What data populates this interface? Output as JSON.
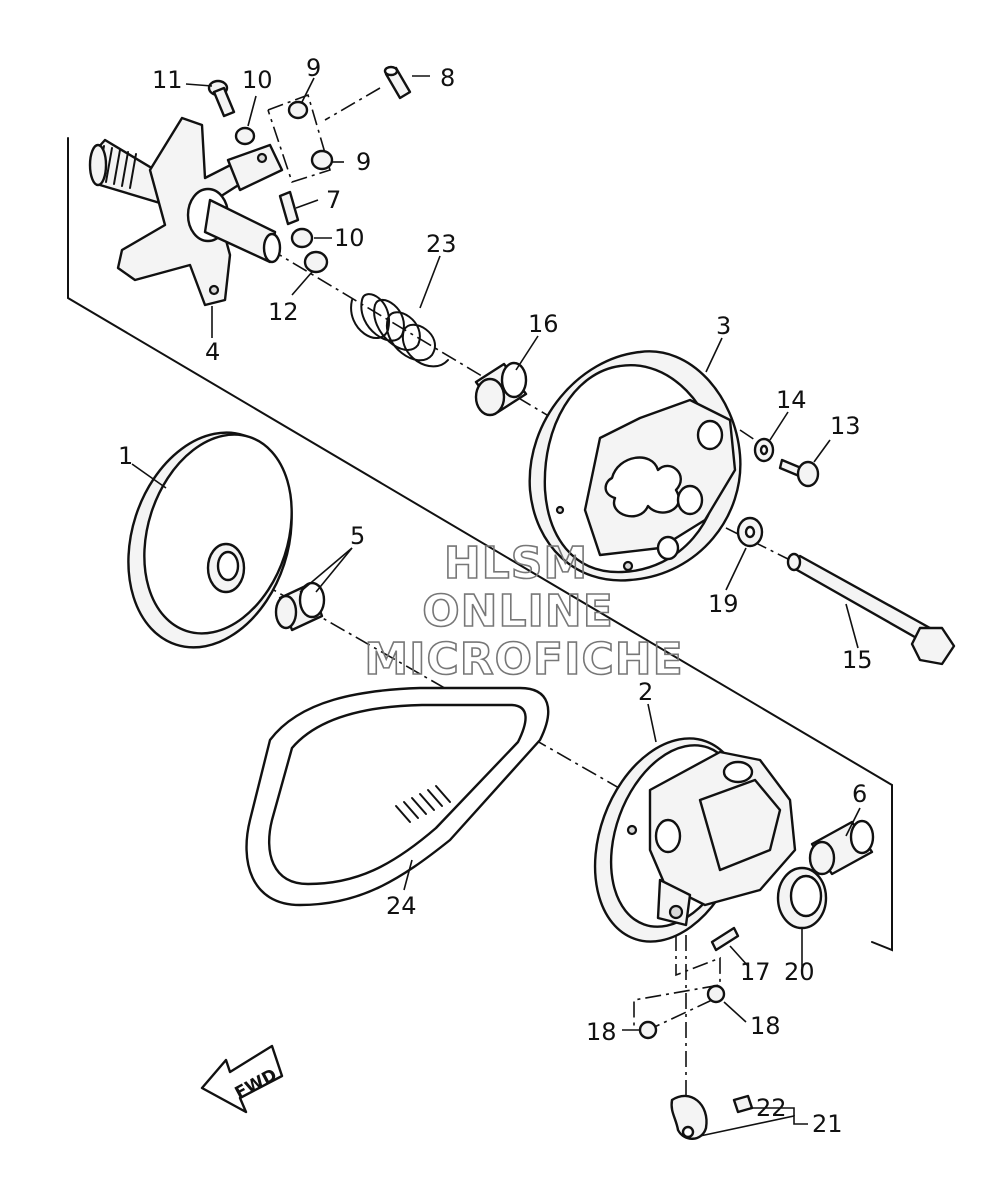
{
  "watermark": {
    "line1": "HLSM",
    "line2": "ONLINE",
    "line3": "MICROFICHE"
  },
  "direction_marker": {
    "label": "FWD",
    "icon": "fwd-arrow-icon"
  },
  "callouts": [
    {
      "label": "11"
    },
    {
      "label": "10"
    },
    {
      "label": "9"
    },
    {
      "label": "8"
    },
    {
      "label": "9"
    },
    {
      "label": "7"
    },
    {
      "label": "10"
    },
    {
      "label": "12"
    },
    {
      "label": "4"
    },
    {
      "label": "23"
    },
    {
      "label": "16"
    },
    {
      "label": "3"
    },
    {
      "label": "14"
    },
    {
      "label": "13"
    },
    {
      "label": "1"
    },
    {
      "label": "5"
    },
    {
      "label": "19"
    },
    {
      "label": "15"
    },
    {
      "label": "2"
    },
    {
      "label": "6"
    },
    {
      "label": "24"
    },
    {
      "label": "17"
    },
    {
      "label": "20"
    },
    {
      "label": "18"
    },
    {
      "label": "18"
    },
    {
      "label": "22"
    },
    {
      "label": "21"
    }
  ]
}
